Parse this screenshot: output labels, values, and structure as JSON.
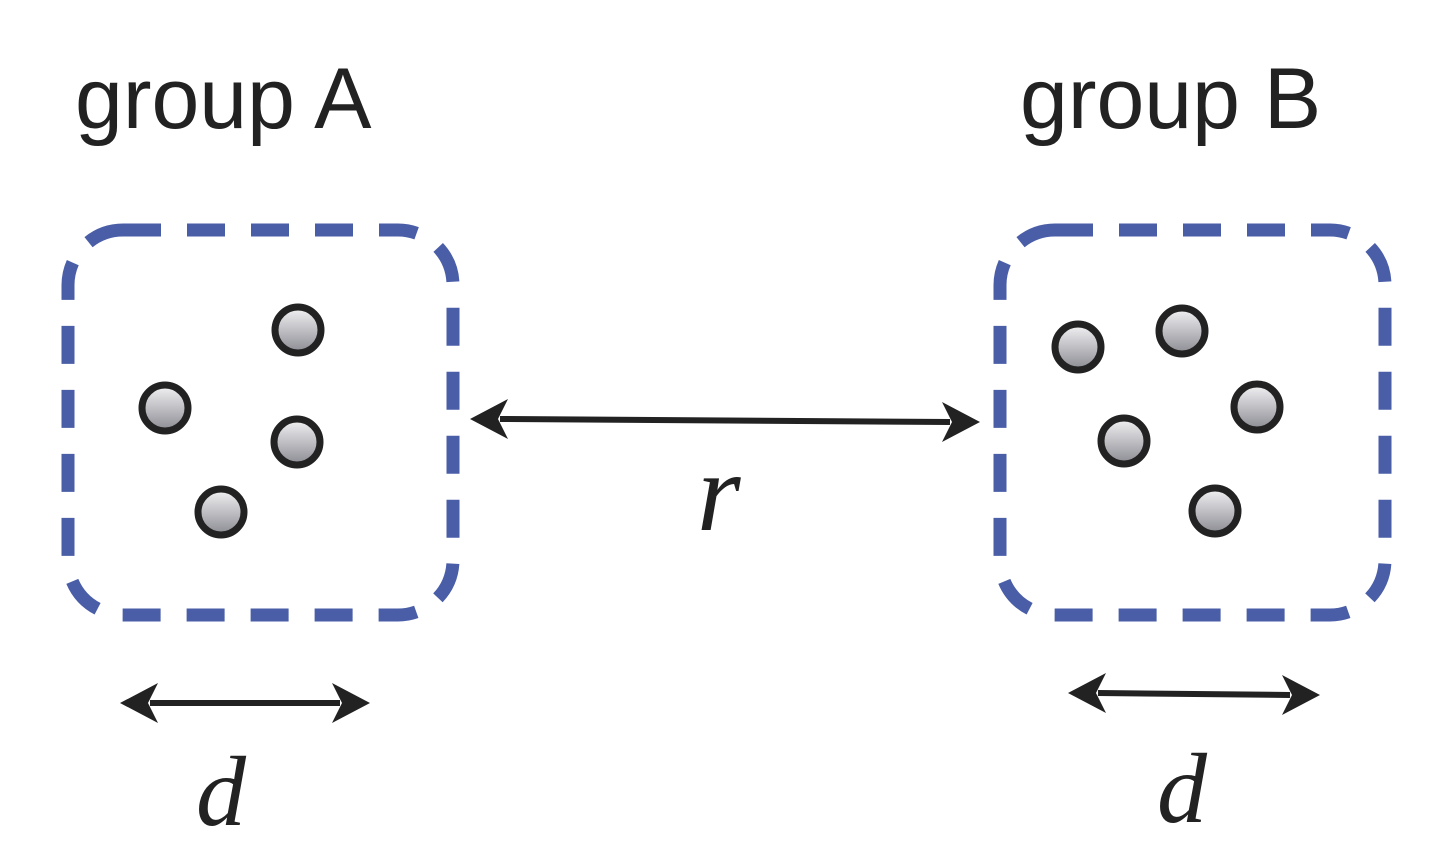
{
  "colors": {
    "box_border": "#4a5ea8",
    "dot_light": "#f4f4f6",
    "dot_dark": "#8a8a92",
    "ink": "#222222"
  },
  "group_a": {
    "title": "group A",
    "particle_count": 4,
    "size_label": "d"
  },
  "group_b": {
    "title": "group B",
    "particle_count": 5,
    "size_label": "d"
  },
  "separation": {
    "label": "r"
  }
}
